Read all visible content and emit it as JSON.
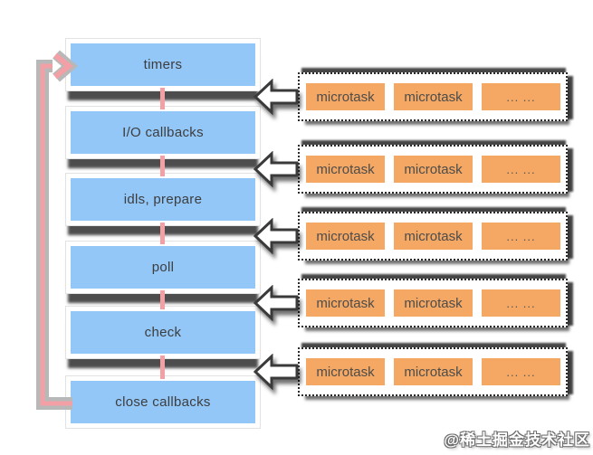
{
  "phases": [
    "timers",
    "I/O callbacks",
    "idls, prepare",
    "poll",
    "check",
    "close callbacks"
  ],
  "microtask_rows": [
    {
      "items": [
        "microtask",
        "microtask",
        "... ..."
      ]
    },
    {
      "items": [
        "microtask",
        "microtask",
        "... ..."
      ]
    },
    {
      "items": [
        "microtask",
        "microtask",
        "... ..."
      ]
    },
    {
      "items": [
        "microtask",
        "microtask",
        "... ..."
      ]
    },
    {
      "items": [
        "microtask",
        "microtask",
        "... ..."
      ]
    }
  ],
  "watermark": "@稀土掘金技术社区",
  "colors": {
    "phase_fill": "#93C7F8",
    "phase_text": "#3d3d3d",
    "micro_fill": "#F5A863",
    "micro_text": "#4c4c4c",
    "loop_pink": "#F2A0A6",
    "loop_gray": "#B8B8B8",
    "arrow_fill": "#ffffff",
    "arrow_outline": "#3a3a3a",
    "queue_border": "#2b2b2b",
    "shadow": "rgba(38,38,38,0.8)"
  }
}
